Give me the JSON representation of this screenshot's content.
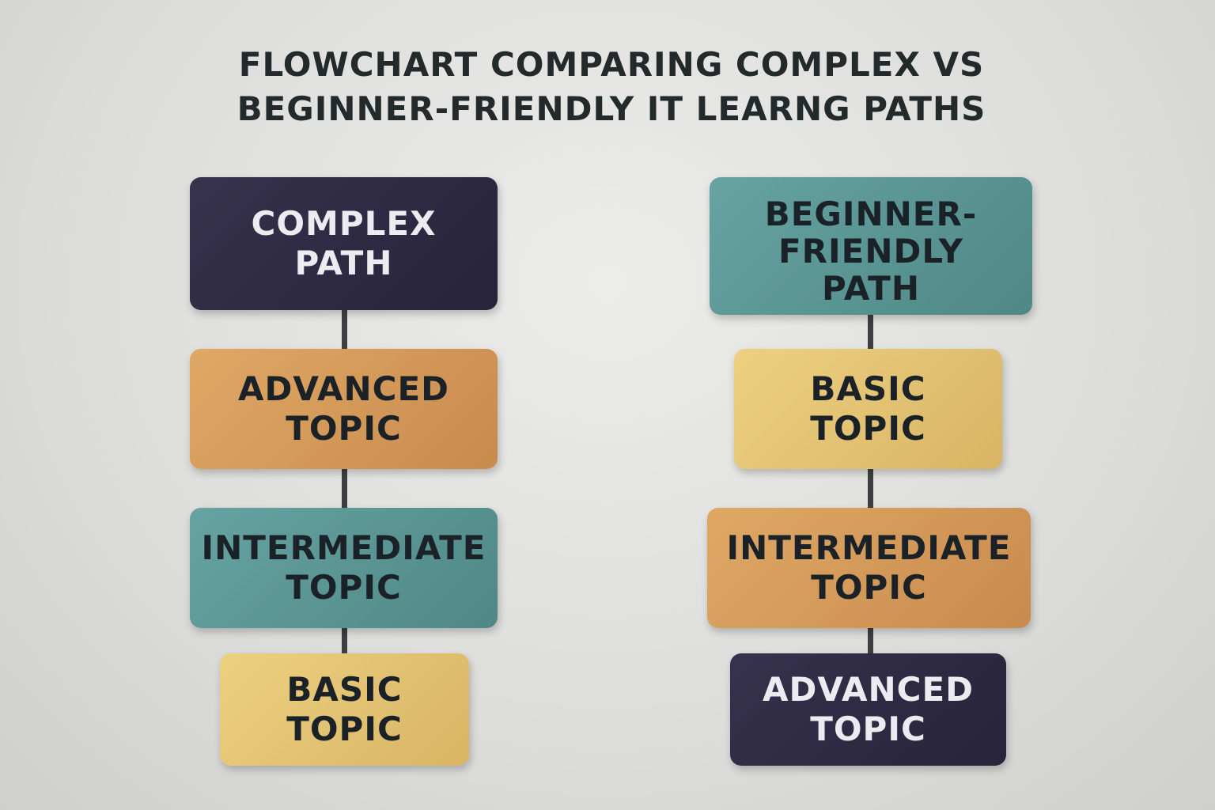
{
  "title": "FLOWCHART COMPARING COMPLEX VS BEGINNER-FRIENDLY IT LEARNG PATHS",
  "colors": {
    "dark": "#2e2a43",
    "orange": "#d49a5a",
    "teal": "#5a9796",
    "yellow": "#e3c374",
    "text_dark": "#1a2127",
    "text_light": "#ecebef",
    "connector": "#3d4042",
    "background": "#dcdcda"
  },
  "complex_path": {
    "header": "COMPLEX\nPATH",
    "steps": [
      {
        "label": "ADVANCED\nTOPIC"
      },
      {
        "label": "INTERMEDIATE\nTOPIC"
      },
      {
        "label": "BASIC\nTOPIC"
      }
    ]
  },
  "beginner_path": {
    "header": "BEGINNER-\nFRIENDLY\nPATH",
    "steps": [
      {
        "label": "BASIC\nTOPIC"
      },
      {
        "label": "INTERMEDIATE\nTOPIC"
      },
      {
        "label": "ADVANCED\nTOPIC"
      }
    ]
  }
}
